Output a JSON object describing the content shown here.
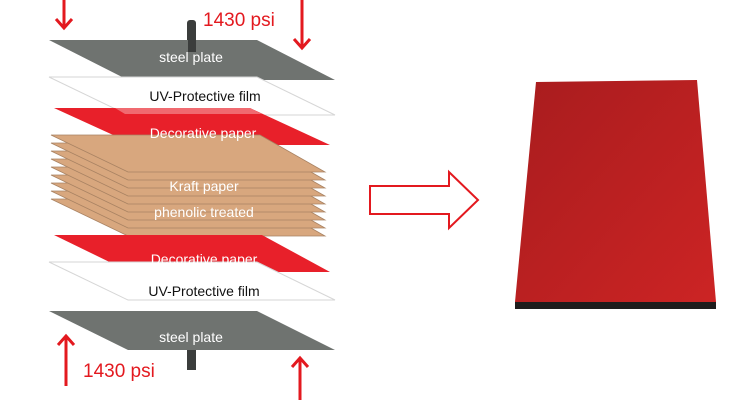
{
  "pressure_top": "1430 psi",
  "pressure_bottom": "1430 psi",
  "layers": {
    "steel_top": "steel plate",
    "uv_top": "UV-Protective film",
    "deco_top": "Decorative paper",
    "kraft_line1": "Kraft paper",
    "kraft_line2": "phenolic treated",
    "deco_bottom": "Decorative paper",
    "uv_bottom": "UV-Protective film",
    "steel_bottom": "steel plate"
  },
  "colors": {
    "steel": "#6f7370",
    "decorative": "#e8202a",
    "kraft": "#d8a77e",
    "arrow": "#e3191f",
    "board": "#c12222"
  }
}
